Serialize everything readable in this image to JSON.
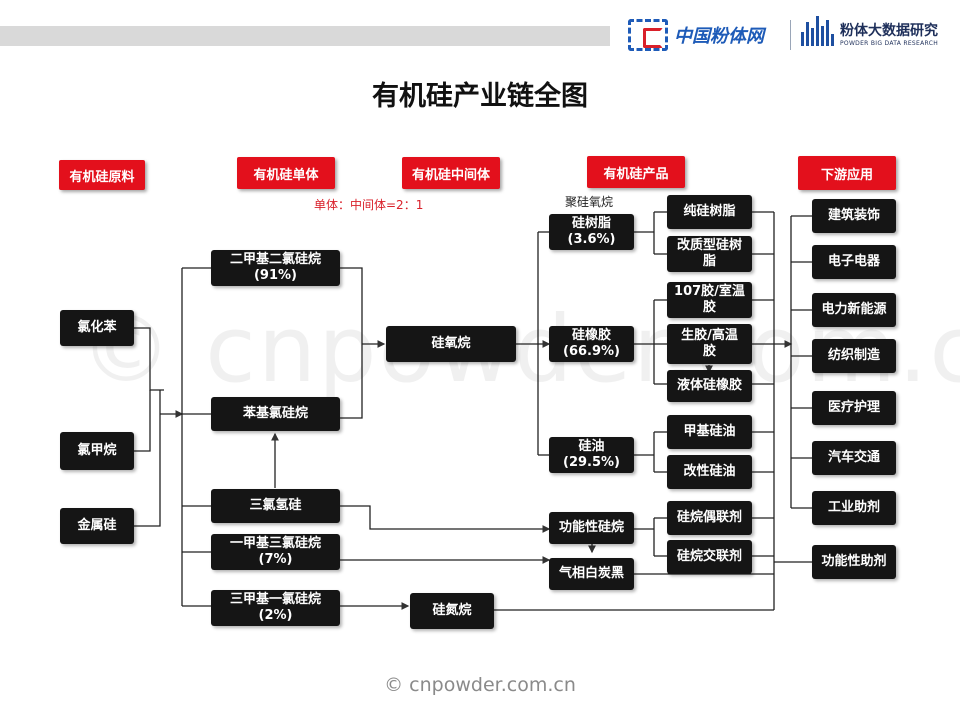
{
  "header": {
    "logo_left_text": "中国粉体网",
    "logo_right_cn": "粉体大数据研究",
    "logo_right_en": "POWDER BIG DATA RESEARCH"
  },
  "title": "有机硅产业链全图",
  "columns": {
    "raw": "有机硅原料",
    "monomer": "有机硅单体",
    "intermediate": "有机硅中间体",
    "product": "有机硅产品",
    "downstream": "下游应用"
  },
  "ratio_note": "单体：中间体=2：1",
  "polysiloxane_note": "聚硅氧烷",
  "raw_materials": [
    "氯化苯",
    "氯甲烷",
    "金属硅"
  ],
  "monomers": {
    "dimethyl": "二甲基二氯硅烷\n(91%)",
    "phenyl": "苯基氯硅烷",
    "trichloro": "三氯氢硅",
    "methyltri": "一甲基三氯硅烷\n(7%)",
    "trimethyl": "三甲基一氯硅烷\n(2%)"
  },
  "intermediate": "硅氧烷",
  "silazane": "硅氮烷",
  "products": {
    "resin": "硅树脂\n(3.6%)",
    "rubber": "硅橡胶\n(66.9%)",
    "oil": "硅油\n(29.5%)",
    "functional_silane": "功能性硅烷",
    "fumed_silica": "气相白炭黑"
  },
  "sub_products": {
    "pure_resin": "纯硅树脂",
    "modified_resin": "改质型硅树\n脂",
    "rtv107": "107胶/室温\n胶",
    "htv": "生胶/高温\n胶",
    "liquid_rubber": "液体硅橡胶",
    "methyl_oil": "甲基硅油",
    "modified_oil": "改性硅油",
    "coupling": "硅烷偶联剂",
    "crosslink": "硅烷交联剂"
  },
  "applications": [
    "建筑装饰",
    "电子电器",
    "电力新能源",
    "纺织制造",
    "医疗护理",
    "汽车交通",
    "工业助剂"
  ],
  "functional_aid": "功能性助剂",
  "watermark": "© cnpowder.com.cn",
  "footer": "© cnpowder.com.cn",
  "colors": {
    "accent_red": "#e3101c",
    "box_black": "#151515",
    "note_red": "#d9202a",
    "brand_blue": "#1e5bb8"
  }
}
